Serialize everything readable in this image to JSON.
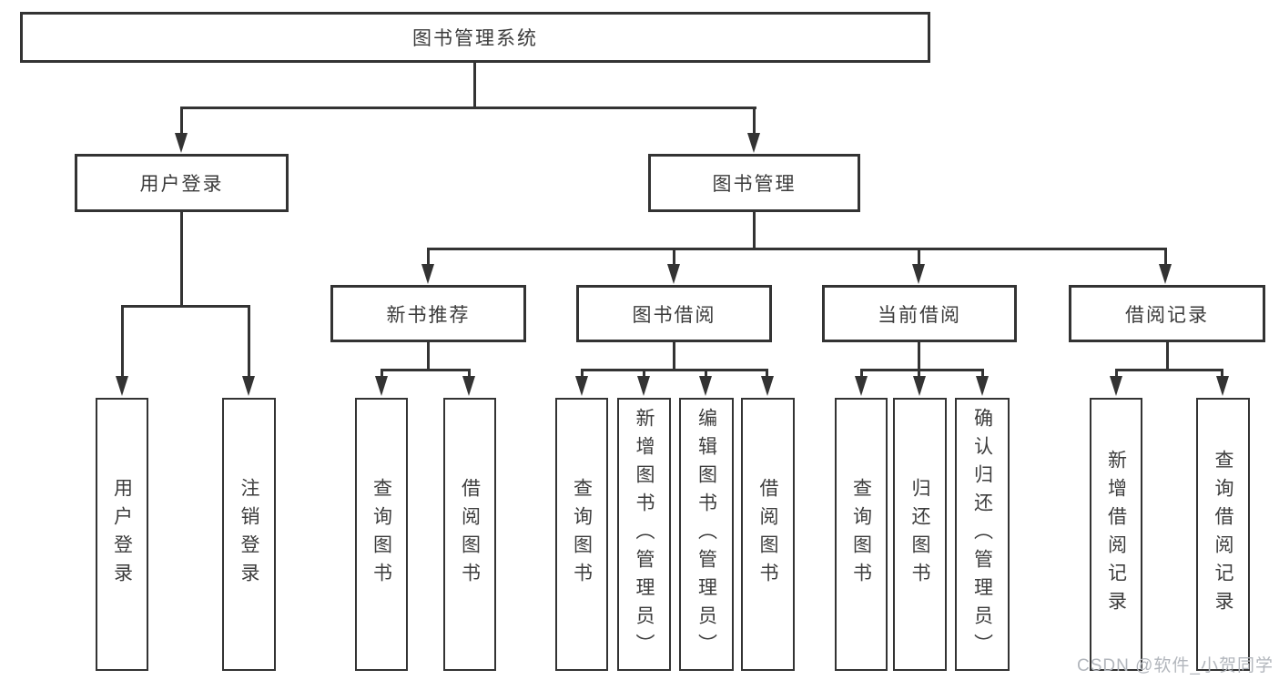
{
  "diagram": {
    "type": "hierarchy-tree",
    "colors": {
      "line": "#333333",
      "box_border": "#333333",
      "text": "#3b3b3b",
      "background": "#ffffff",
      "watermark_text": "#b2b6bc"
    },
    "tree": {
      "root": "图书管理系统",
      "level2": {
        "user_login": "用户登录",
        "book_mgmt": "图书管理"
      },
      "level3": {
        "new_rec": "新书推荐",
        "borrow": "图书借阅",
        "current": "当前借阅",
        "records": "借阅记录"
      },
      "leaves": {
        "user_login": "用户登录",
        "logout": "注销登录",
        "rec_query": "查询图书",
        "rec_borrow": "借阅图书",
        "bor_query": "查询图书",
        "bor_add": "新增图书（管理员）",
        "bor_edit": "编辑图书（管理员）",
        "bor_borrow": "借阅图书",
        "cur_query": "查询图书",
        "cur_return": "归还图书",
        "cur_confirm": "确认归还（管理员）",
        "rec2_add": "新增借阅记录",
        "rec2_query": "查询借阅记录"
      }
    },
    "watermark": "CSDN @软件_小贺同学"
  }
}
